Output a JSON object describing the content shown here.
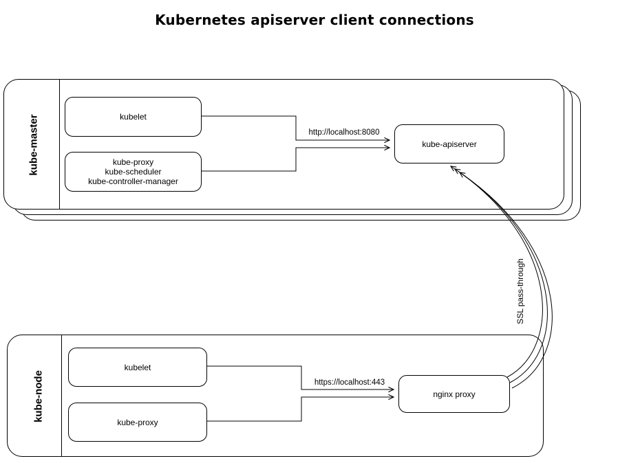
{
  "title": "Kubernetes apiserver client connections",
  "master": {
    "label": "kube-master",
    "kubelet_label": "kubelet",
    "proxy_group": [
      "kube-proxy",
      "kube-scheduler",
      "kube-controller-manager"
    ],
    "apiserver_label": "kube-apiserver",
    "edge_label": "http://localhost:8080"
  },
  "node": {
    "label": "kube-node",
    "kubelet_label": "kubelet",
    "proxy_label": "kube-proxy",
    "nginx_label": "nginx proxy",
    "edge_label": "https://localhost:443"
  },
  "ssl": {
    "label": "SSL pass-through"
  },
  "colors": {
    "line": "#000000",
    "background": "#ffffff"
  }
}
